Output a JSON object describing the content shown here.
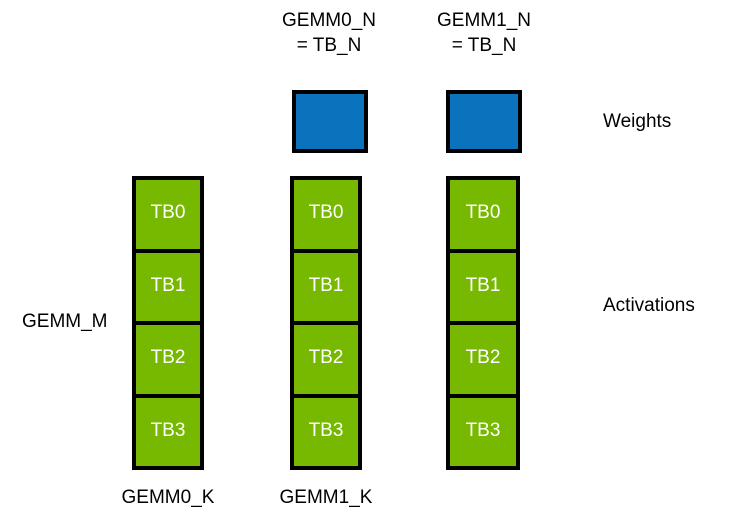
{
  "diagram": {
    "title_labels": [
      {
        "name": "gemm0-n-label",
        "line1": "GEMM0_N",
        "line2": "= TB_N"
      },
      {
        "name": "gemm1-n-label",
        "line1": "GEMM1_N",
        "line2": "= TB_N"
      }
    ],
    "row_labels": {
      "weights": "Weights",
      "activations": "Activations"
    },
    "side_label": "GEMM_M",
    "bottom_labels": [
      {
        "name": "gemm0-k-label",
        "text": "GEMM0_K"
      },
      {
        "name": "gemm1-k-label",
        "text": "GEMM1_K"
      }
    ],
    "weights_blocks": [
      {
        "name": "weight-block-gemm0"
      },
      {
        "name": "weight-block-gemm1"
      }
    ],
    "activation_columns": [
      {
        "name": "activation-column-0",
        "cells": [
          "TB0",
          "TB1",
          "TB2",
          "TB3"
        ]
      },
      {
        "name": "activation-column-1",
        "cells": [
          "TB0",
          "TB1",
          "TB2",
          "TB3"
        ]
      },
      {
        "name": "activation-column-2",
        "cells": [
          "TB0",
          "TB1",
          "TB2",
          "TB3"
        ]
      }
    ],
    "colors": {
      "weights_fill": "#0B72BE",
      "activations_fill": "#76B900",
      "border": "#000000",
      "cell_text": "#FFFFFF",
      "background": "#FFFFFF"
    }
  }
}
